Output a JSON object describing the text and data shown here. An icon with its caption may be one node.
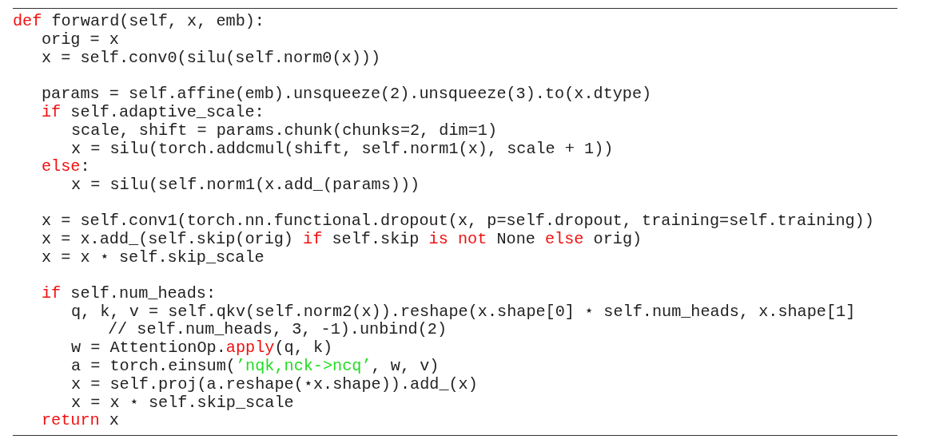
{
  "diagram": {
    "labels": [
      "def forward(self, x, emb):",
      "orig = x",
      "x = self.conv0(silu(self.norm0(x)))",
      "params = self.affine(emb).unsqueeze(2).unsqueeze(3).to(x.dtype)",
      "if self.adaptive_scale:",
      "scale, shift = params.chunk(chunks=2, dim=1)",
      "x = silu(torch.addcmul(shift, self.norm1(x), scale + 1))",
      "else:",
      "x = silu(self.norm1(x.add_(params)))",
      "x = self.conv1(torch.nn.functional.dropout(x, p=self.dropout, training=self.training))",
      "x = x.add_(self.skip(orig) if self.skip is not None else orig)",
      "x = x ⋆ self.skip_scale",
      "if self.num_heads:",
      "q, k, v = self.qkv(self.norm2(x)).reshape(x.shape[0] ⋆ self.num_heads, x.shape[1]",
      "// self.num_heads, 3, -1).unbind(2)",
      "w = AttentionOp.apply(q, k)",
      "a = torch.einsum(’nqk,nck->ncq’, w, v)",
      "x = self.proj(a.reshape(⋆x.shape)).add_(x)",
      "x = x ⋆ self.skip_scale",
      "return x"
    ]
  }
}
